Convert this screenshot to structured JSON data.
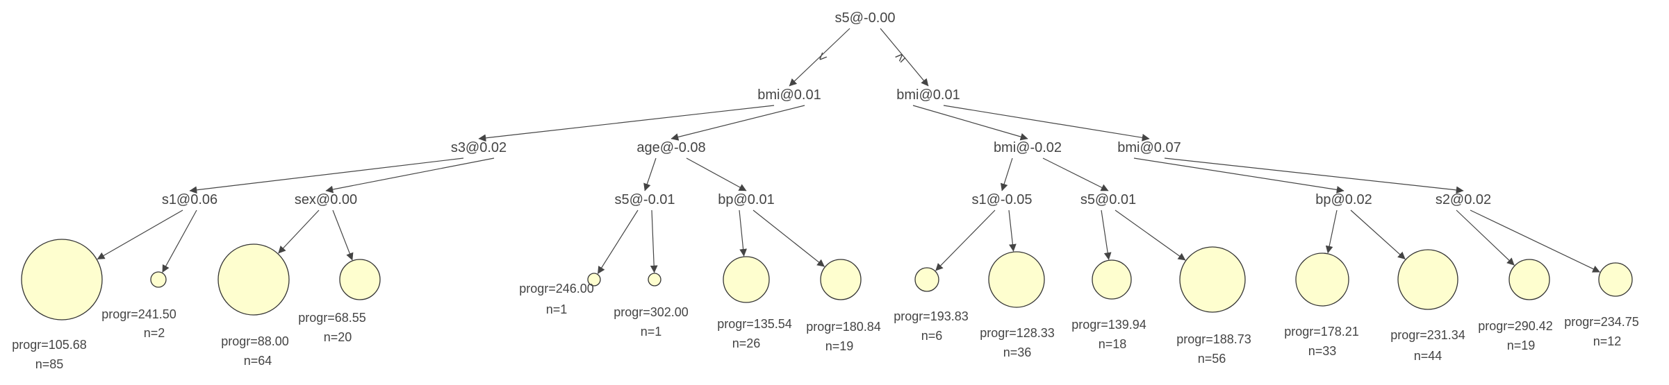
{
  "diagram": {
    "type": "decision-tree",
    "leaf_fill": "#fefecf",
    "leaf_stroke": "#333333",
    "edge_color": "#444444",
    "text_color": "#444444",
    "edge_labels": {
      "left": "<",
      "right": "≥"
    },
    "nodes": [
      {
        "id": "root",
        "label": "s5@-0.00"
      },
      {
        "id": "l",
        "label": "bmi@0.01"
      },
      {
        "id": "r",
        "label": "bmi@0.01"
      },
      {
        "id": "ll",
        "label": "s3@0.02"
      },
      {
        "id": "lr",
        "label": "age@-0.08"
      },
      {
        "id": "rl",
        "label": "bmi@-0.02"
      },
      {
        "id": "rr",
        "label": "bmi@0.07"
      },
      {
        "id": "lll",
        "label": "s1@0.06"
      },
      {
        "id": "llr",
        "label": "sex@0.00"
      },
      {
        "id": "lrl",
        "label": "s5@-0.01"
      },
      {
        "id": "lrr",
        "label": "bp@0.01"
      },
      {
        "id": "rll",
        "label": "s1@-0.05"
      },
      {
        "id": "rlr",
        "label": "s5@0.01"
      },
      {
        "id": "rrl",
        "label": "bp@0.02"
      },
      {
        "id": "rrr",
        "label": "s2@0.02"
      }
    ],
    "leaves": [
      {
        "parent": "lll",
        "label": "progr=105.68",
        "n_label": "n=85",
        "n": 85
      },
      {
        "parent": "lll",
        "label": "progr=241.50",
        "n_label": "n=2",
        "n": 2
      },
      {
        "parent": "llr",
        "label": "progr=88.00",
        "n_label": "n=64",
        "n": 64
      },
      {
        "parent": "llr",
        "label": "progr=68.55",
        "n_label": "n=20",
        "n": 20
      },
      {
        "parent": "lrl",
        "label": "progr=246.00",
        "n_label": "n=1",
        "n": 1
      },
      {
        "parent": "lrl",
        "label": "progr=302.00",
        "n_label": "n=1",
        "n": 1
      },
      {
        "parent": "lrr",
        "label": "progr=135.54",
        "n_label": "n=26",
        "n": 26
      },
      {
        "parent": "lrr",
        "label": "progr=180.84",
        "n_label": "n=19",
        "n": 19
      },
      {
        "parent": "rll",
        "label": "progr=193.83",
        "n_label": "n=6",
        "n": 6
      },
      {
        "parent": "rll",
        "label": "progr=128.33",
        "n_label": "n=36",
        "n": 36
      },
      {
        "parent": "rlr",
        "label": "progr=139.94",
        "n_label": "n=18",
        "n": 18
      },
      {
        "parent": "rlr",
        "label": "progr=188.73",
        "n_label": "n=56",
        "n": 56
      },
      {
        "parent": "rrl",
        "label": "progr=178.21",
        "n_label": "n=33",
        "n": 33
      },
      {
        "parent": "rrl",
        "label": "progr=231.34",
        "n_label": "n=44",
        "n": 44
      },
      {
        "parent": "rrr",
        "label": "progr=290.42",
        "n_label": "n=19",
        "n": 19
      },
      {
        "parent": "rrr",
        "label": "progr=234.75",
        "n_label": "n=12",
        "n": 12
      }
    ]
  }
}
